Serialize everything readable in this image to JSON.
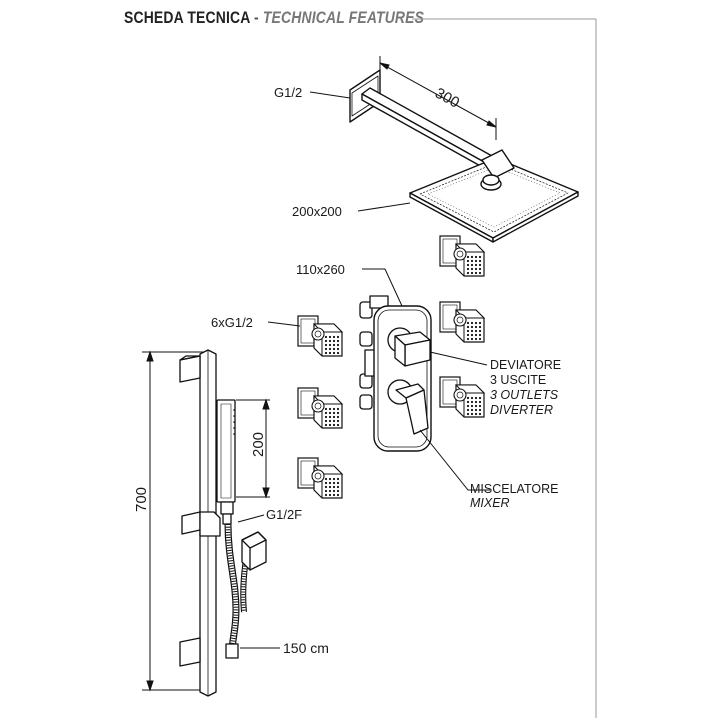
{
  "header": {
    "title_it": "SCHEDA TECNICA",
    "separator": "-",
    "title_en": "TECHNICAL FEATURES"
  },
  "labels": {
    "arm_connection": "G1/2",
    "arm_length": "300",
    "head_size": "200x200",
    "plate_size": "110x260",
    "jets_connection": "6xG1/2",
    "diverter_it": "DEVIATORE",
    "outlets_it": "3 USCITE",
    "outlets_en": "3 OUTLETS",
    "diverter_en": "DIVERTER",
    "mixer_it": "MISCELATORE",
    "mixer_en": "MIXER",
    "rail_height": "700",
    "handshower_length": "200",
    "hose_connection": "G1/2F",
    "hose_length": "150 cm"
  }
}
